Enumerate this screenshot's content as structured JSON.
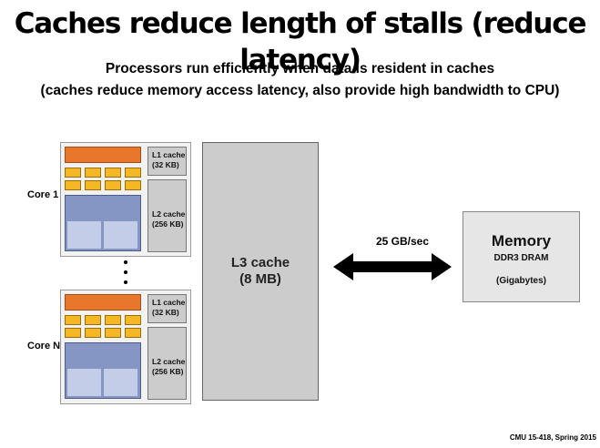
{
  "title": "Caches reduce length of stalls (reduce latency)",
  "subtitle_line1": "Processors run efficiently when data is resident in caches",
  "subtitle_line2": "(caches reduce memory access latency, also provide high bandwidth to CPU)",
  "cores": [
    {
      "label": "Core 1",
      "l1_name": "L1 cache",
      "l1_size": "(32 KB)",
      "l2_name": "L2 cache",
      "l2_size": "(256 KB)"
    },
    {
      "label": "Core N",
      "l1_name": "L1 cache",
      "l1_size": "(32 KB)",
      "l2_name": "L2 cache",
      "l2_size": "(256 KB)"
    }
  ],
  "l3": {
    "name": "L3 cache",
    "size": "(8 MB)"
  },
  "link": {
    "bandwidth": "25 GB/sec"
  },
  "memory": {
    "title": "Memory",
    "type": "DDR3 DRAM",
    "size": "(Gigabytes)"
  },
  "footer": "CMU 15-418, Spring 2015",
  "colors": {
    "execution_unit": "#e8762b",
    "register": "#f5b724",
    "core_cache": "#8595c4",
    "cache": "#cccccc"
  }
}
